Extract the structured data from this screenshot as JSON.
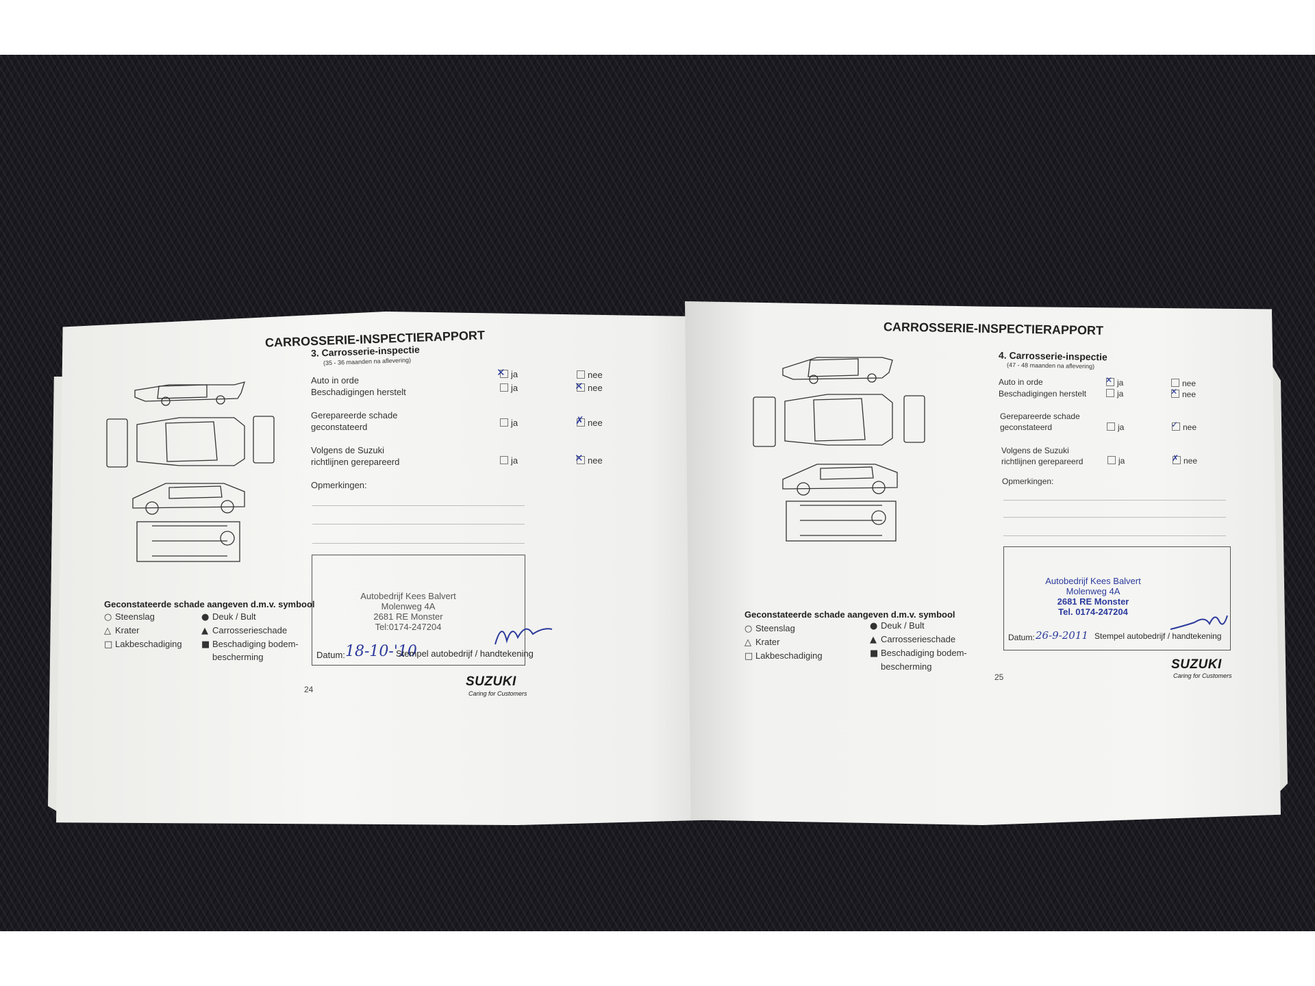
{
  "left_page": {
    "title": "CARROSSERIE-INSPECTIERAPPORT",
    "section_title": "3. Carrosserie-inspectie",
    "section_subtitle": "(35 - 36 maanden na aflevering)",
    "rows": [
      {
        "label_line1": "Auto in orde",
        "label_line2": "",
        "yes": "ja",
        "no": "nee",
        "checked": "ja"
      },
      {
        "label_line1": "Beschadigingen herstelt",
        "label_line2": "",
        "yes": "ja",
        "no": "nee",
        "checked": "nee"
      },
      {
        "label_line1": "Gerepareerde schade",
        "label_line2": "geconstateerd",
        "yes": "ja",
        "no": "nee",
        "checked": "nee"
      },
      {
        "label_line1": "Volgens de Suzuki",
        "label_line2": "richtlijnen gerepareerd",
        "yes": "ja",
        "no": "nee",
        "checked": "nee"
      }
    ],
    "remarks_label": "Opmerkingen:",
    "stamp": {
      "line1": "Autobedrijf Kees Balvert",
      "line2": "Molenweg 4A",
      "line3": "2681 RE Monster",
      "line4": "Tel:0174-247204"
    },
    "datum_label": "Datum:",
    "datum_value": "18-10-'10",
    "stamp_label": "Stempel autobedrijf / handtekening",
    "legend_title": "Geconstateerde schade aangeven d.m.v. symbool",
    "legend_left": [
      "Steenslag",
      "Krater",
      "Lakbeschadiging"
    ],
    "legend_right": [
      "Deuk / Bult",
      "Carrosserieschade",
      "Beschadiging bodem-",
      "bescherming"
    ],
    "page_number": "24",
    "brand": "SUZUKI",
    "tagline": "Caring for Customers"
  },
  "right_page": {
    "title": "CARROSSERIE-INSPECTIERAPPORT",
    "section_title": "4. Carrosserie-inspectie",
    "section_subtitle": "(47 - 48 maanden na aflevering)",
    "rows": [
      {
        "label_line1": "Auto in orde",
        "label_line2": "",
        "yes": "ja",
        "no": "nee",
        "checked": "ja"
      },
      {
        "label_line1": "Beschadigingen herstelt",
        "label_line2": "",
        "yes": "ja",
        "no": "nee",
        "checked": "nee"
      },
      {
        "label_line1": "Gerepareerde schade",
        "label_line2": "geconstateerd",
        "yes": "ja",
        "no": "nee",
        "checked": "nee"
      },
      {
        "label_line1": "Volgens de Suzuki",
        "label_line2": "richtlijnen gerepareerd",
        "yes": "ja",
        "no": "nee",
        "checked": "nee"
      }
    ],
    "remarks_label": "Opmerkingen:",
    "stamp": {
      "line1": "Autobedrijf Kees Balvert",
      "line2": "Molenweg 4A",
      "line3": "2681 RE Monster",
      "line4": "Tel. 0174-247204"
    },
    "datum_label": "Datum:",
    "datum_value": "26-9-2011",
    "stamp_label": "Stempel autobedrijf / handtekening",
    "legend_title": "Geconstateerde schade aangeven d.m.v. symbool",
    "legend_left": [
      "Steenslag",
      "Krater",
      "Lakbeschadiging"
    ],
    "legend_right": [
      "Deuk / Bult",
      "Carrosserieschade",
      "Beschadiging bodem-",
      "bescherming"
    ],
    "page_number": "25",
    "brand": "SUZUKI",
    "tagline": "Caring for Customers"
  },
  "colors": {
    "ink": "#2b3a9c",
    "background": "#1a1a20",
    "paper": "#f3f3f1"
  }
}
